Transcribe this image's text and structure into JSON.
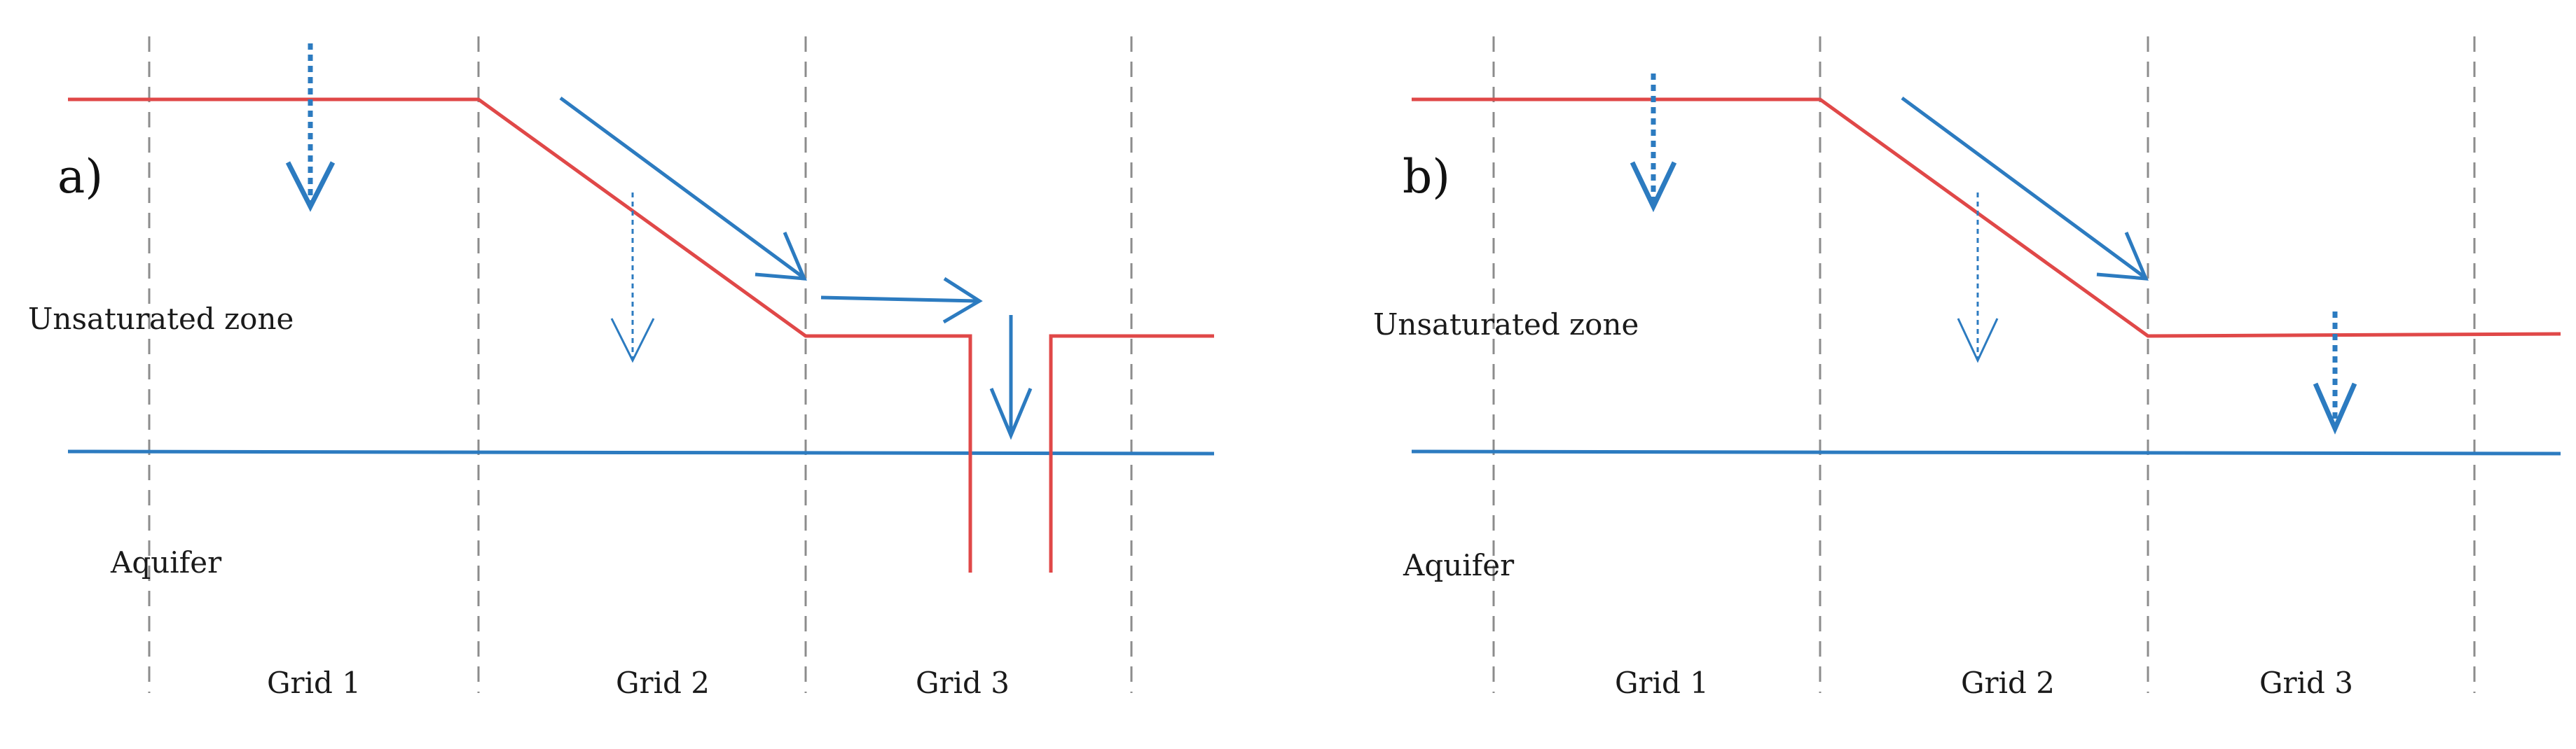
{
  "panels": [
    {
      "id": "a",
      "label": "a)",
      "zone_label": "Unsaturated zone",
      "aquifer_label": "Aquifer",
      "grids": [
        "Grid 1",
        "Grid 2",
        "Grid 3"
      ]
    },
    {
      "id": "b",
      "label": "b)",
      "zone_label": "Unsaturated zone",
      "aquifer_label": "Aquifer",
      "grids": [
        "Grid 1",
        "Grid 2",
        "Grid 3"
      ]
    }
  ],
  "colors": {
    "terrain": "#e04848",
    "water_table": "#2c7bc0",
    "flow_arrow": "#2c7bc0",
    "grid_line": "#8c8c8c"
  }
}
